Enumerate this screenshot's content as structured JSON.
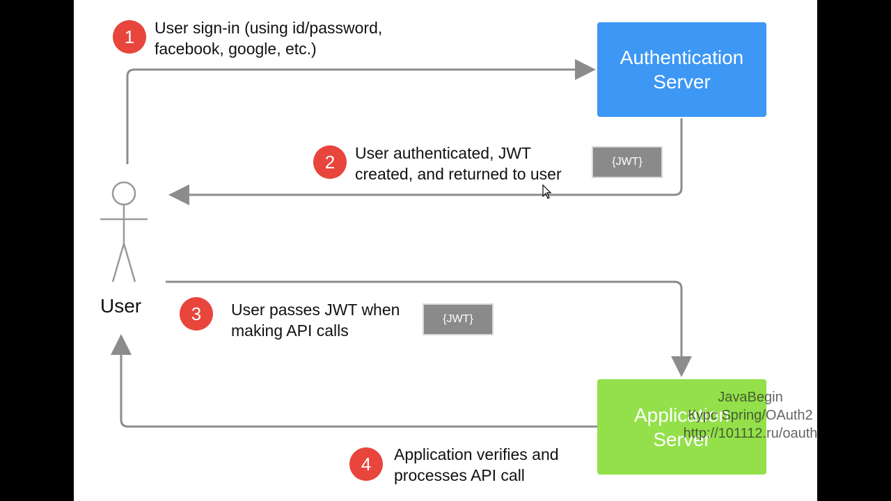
{
  "steps": [
    {
      "number": "1",
      "text": "User sign-in (using id/password,\nfacebook, google, etc.)"
    },
    {
      "number": "2",
      "text": "User authenticated, JWT\ncreated, and returned to user"
    },
    {
      "number": "3",
      "text": "User passes JWT when\nmaking API calls"
    },
    {
      "number": "4",
      "text": "Application verifies and\nprocesses API call"
    }
  ],
  "nodes": {
    "auth_server": {
      "label": "Authentication\nServer",
      "color": "#3d97f5"
    },
    "app_server": {
      "label": "Application\nServer",
      "color": "#93e04a"
    },
    "user": {
      "label": "User"
    }
  },
  "tokens": {
    "token_1": "{JWT}",
    "token_2": "{JWT}"
  },
  "watermark": "JavaBegin\nКурс Spring/OAuth2\nhttp://101112.ru/oauth",
  "colors": {
    "badge": "#e8453c",
    "arrow": "#8c8c8c",
    "token_bg": "#8a8a8a"
  }
}
